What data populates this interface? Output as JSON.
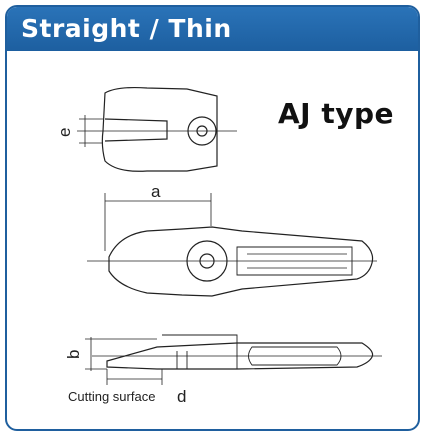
{
  "header": {
    "title": "Straight / Thin"
  },
  "model": {
    "label": "AJ type"
  },
  "dimensions": {
    "e": "e",
    "a": "a",
    "b": "b",
    "d": "d",
    "cutting_surface": "Cutting surface"
  },
  "colors": {
    "header_bg": "#1f63a6",
    "border": "#1f5f9e",
    "line": "#222222"
  }
}
